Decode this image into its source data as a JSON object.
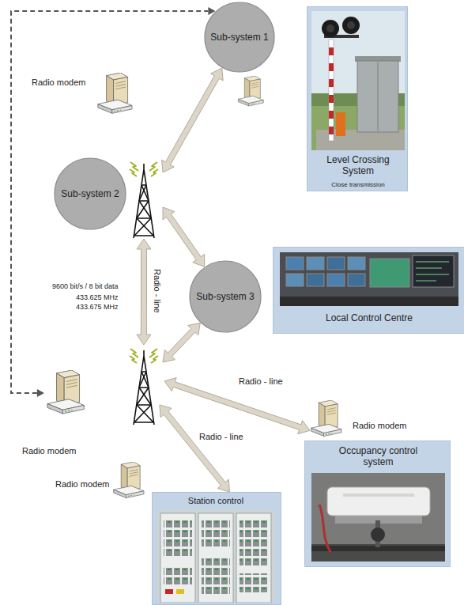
{
  "diagram": {
    "nodes": [
      {
        "text": [
          "Sub-system 1"
        ]
      },
      {
        "text": [
          "Level Crossing System",
          "Close transmission"
        ]
      },
      {
        "text": [
          "Radio modem"
        ]
      },
      {
        "text": [
          "Sub-system 2"
        ]
      },
      {
        "text": [
          "Sub-system 3"
        ]
      },
      {
        "text": [
          "Local Control Centre"
        ]
      },
      {
        "text": [
          "Radio modem"
        ]
      },
      {
        "text": [
          "Radio modem"
        ]
      },
      {
        "text": [
          "Occupancy control system"
        ]
      },
      {
        "text": [
          "Radio modem"
        ]
      },
      {
        "text": [
          "Station control"
        ]
      }
    ],
    "edges": [
      {
        "from": 3,
        "to": 0,
        "arrow": "both"
      },
      {
        "from": 3,
        "to": 4,
        "arrow": "both"
      },
      {
        "from": 6,
        "to": 3,
        "label": "Radio - line",
        "arrow": "both"
      },
      {
        "from": 6,
        "to": 4,
        "arrow": "both"
      },
      {
        "from": 6,
        "to": 7,
        "label": "Radio - line",
        "arrow": "both"
      },
      {
        "from": 6,
        "to": 10,
        "label": "Radio - line",
        "arrow": "both"
      },
      {
        "from": 6,
        "to": 0,
        "arrow": "both"
      }
    ],
    "labels": [
      "9600 bit/s / 8 bit data",
      "433.625 MHz",
      "433.675 MHz"
    ]
  }
}
